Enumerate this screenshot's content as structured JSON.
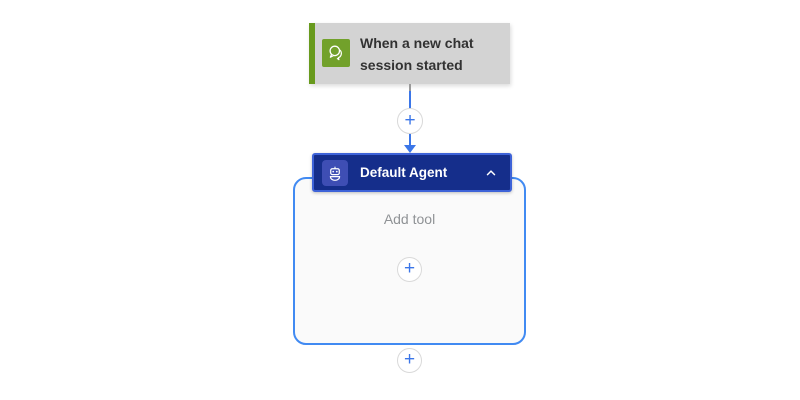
{
  "canvas": {
    "description": "flow designer canvas",
    "background": "#ffffff"
  },
  "colors": {
    "trigger_bg": "#d3d3d3",
    "trigger_accent_green": "#689a1d",
    "trigger_icon_green": "#72a12b",
    "agent_header_navy": "#152e8b",
    "agent_scope_border_blue": "#418af2",
    "connector_blue": "#3b76e8",
    "muted_text": "#8f9295",
    "title_text": "#323232"
  },
  "trigger": {
    "title": "When a new chat session started"
  },
  "agent": {
    "header_label": "Default Agent",
    "body_placeholder": "Add tool",
    "expanded": true
  },
  "buttons": {
    "insert_step_top": "+",
    "add_tool_plus": "+",
    "insert_step_bottom": "+"
  },
  "icons": {
    "trigger_icon": "chat-bubbles",
    "agent_icon": "robot",
    "header_toggle": "chevron-up",
    "insert": "plus"
  }
}
